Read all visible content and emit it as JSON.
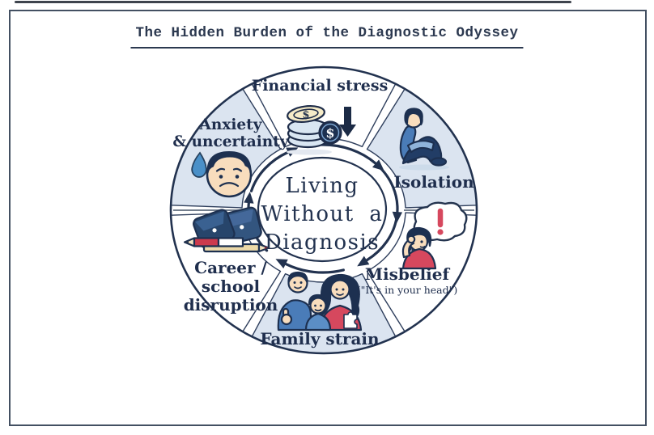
{
  "title": "The Hidden Burden of the Diagnostic Odyssey",
  "center": {
    "line1": "Living",
    "line2": "Without a",
    "line3": "Diagnosis"
  },
  "cycle_direction": "clockwise",
  "segments": [
    {
      "id": "financial",
      "lines": [
        "Financial stress"
      ],
      "icon": "coins-with-down-arrow-icon",
      "fill": "#ffffff"
    },
    {
      "id": "isolation",
      "lines": [
        "Isolation"
      ],
      "icon": "person-sitting-hunched-icon",
      "fill": "#dbe4f0"
    },
    {
      "id": "misbelief",
      "lines": [
        "Misbelief"
      ],
      "sublabel": "(\"It's in your head\")",
      "icon": "woman-with-exclamation-thought-bubble-icon",
      "fill": "#ffffff"
    },
    {
      "id": "family",
      "lines": [
        "Family strain"
      ],
      "icon": "family-of-three-icon",
      "fill": "#dbe4f0"
    },
    {
      "id": "career",
      "lines": [
        "Career / school",
        "disruption"
      ],
      "icon": "backpacks-and-pencils-icon",
      "fill": "#ffffff"
    },
    {
      "id": "anxiety",
      "lines": [
        "Anxiety",
        "& uncertainty"
      ],
      "icon": "sad-face-with-teardrop-icon",
      "fill": "#dbe4f0"
    }
  ],
  "colors": {
    "ink": "#22324f",
    "thin_outline": "#2e3e5c",
    "divider": "#5f6c7d",
    "segment_blue": "#dbe4f0",
    "segment_white": "#ffffff",
    "accent_red": "#d6485e",
    "figure_blue": "#4a7cb8",
    "navy_dark": "#1d3050",
    "skin": "#f8ddbd",
    "coin_cream": "#f6ecc8",
    "coin_blue": "#d9e6f2",
    "teardrop_blue": "#4a90c8"
  }
}
